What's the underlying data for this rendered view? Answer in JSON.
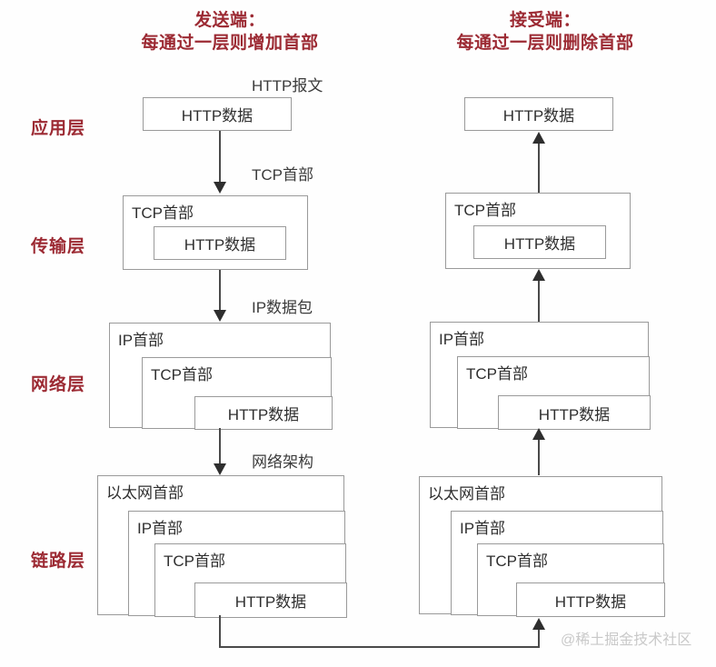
{
  "diagram": {
    "title_sender": {
      "line1": "发送端：",
      "line2": "每通过一层则增加首部"
    },
    "title_receiver": {
      "line1": "接受端：",
      "line2": "每通过一层则删除首部"
    },
    "accent_color": "#9c2a33",
    "box_border_color": "#9a9a9a",
    "connector_color": "#4a4a4a"
  },
  "layers": [
    {
      "label": "应用层"
    },
    {
      "label": "传输层"
    },
    {
      "label": "网络层"
    },
    {
      "label": "链路层"
    }
  ],
  "captions": [
    {
      "text": "HTTP报文"
    },
    {
      "text": "TCP首部"
    },
    {
      "text": "IP数据包"
    },
    {
      "text": "网络架构"
    }
  ],
  "headers": {
    "http_data": "HTTP数据",
    "tcp_header": "TCP首部",
    "ip_header": "IP首部",
    "ethernet_header": "以太网首部"
  },
  "sender": {
    "application": {
      "payload": "HTTP数据"
    },
    "transport": {
      "header": "TCP首部",
      "payload": "HTTP数据"
    },
    "network": {
      "header": "IP首部",
      "inner_header": "TCP首部",
      "payload": "HTTP数据"
    },
    "link": {
      "header": "以太网首部",
      "inner_header": "IP首部",
      "inner_header2": "TCP首部",
      "payload": "HTTP数据"
    }
  },
  "receiver": {
    "application": {
      "payload": "HTTP数据"
    },
    "transport": {
      "header": "TCP首部",
      "payload": "HTTP数据"
    },
    "network": {
      "header": "IP首部",
      "inner_header": "TCP首部",
      "payload": "HTTP数据"
    },
    "link": {
      "header": "以太网首部",
      "inner_header": "IP首部",
      "inner_header2": "TCP首部",
      "payload": "HTTP数据"
    }
  },
  "watermark": {
    "text": "@稀土掘金技术社区"
  }
}
